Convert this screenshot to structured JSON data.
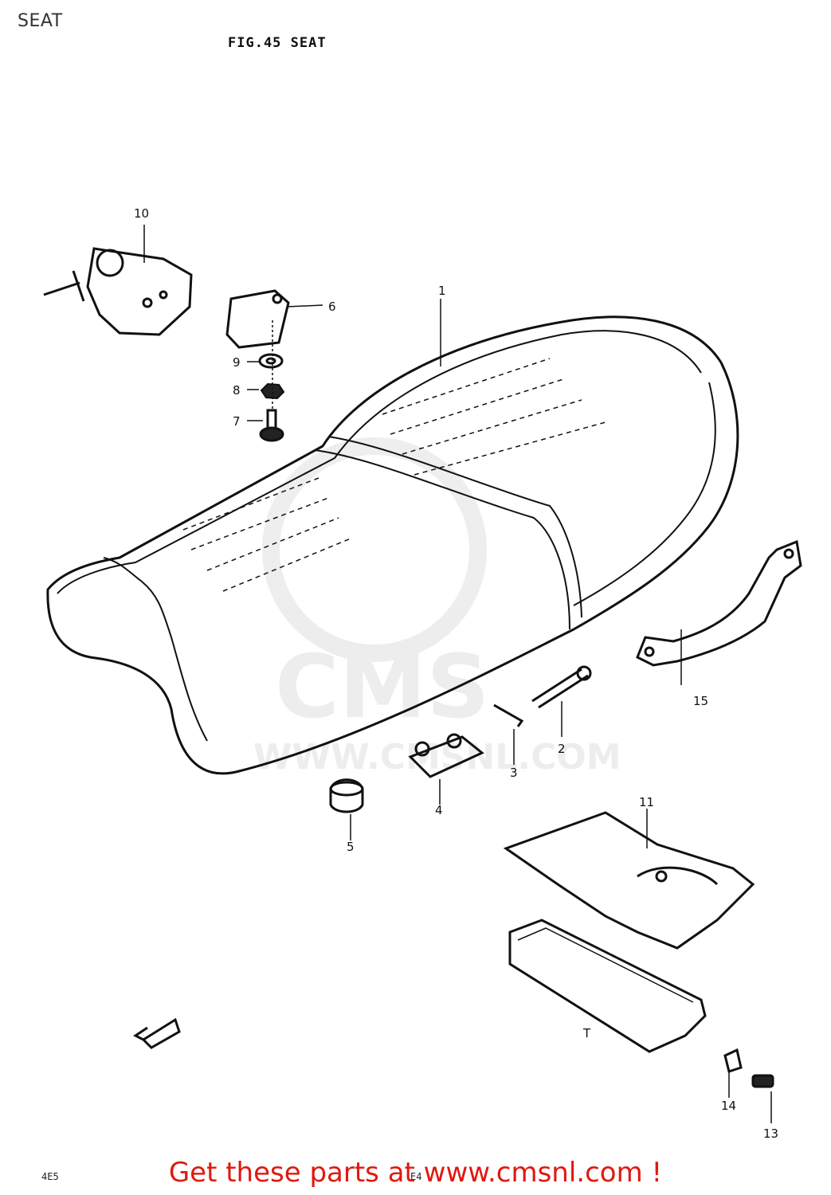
{
  "page": {
    "label": "SEAT"
  },
  "figure": {
    "title": "FIG.45  SEAT"
  },
  "watermark": {
    "text": "WWW.CMSNL.COM",
    "logo_text": "CMS"
  },
  "footer": {
    "text": "Get these parts at www.cmsnl.com !",
    "color": "#e0190f"
  },
  "scan_codes": {
    "left": "4E5",
    "mid": "E4"
  },
  "diagram": {
    "callouts": [
      {
        "id": "c1",
        "label": "1"
      },
      {
        "id": "c2",
        "label": "2"
      },
      {
        "id": "c3",
        "label": "3"
      },
      {
        "id": "c4",
        "label": "4"
      },
      {
        "id": "c5",
        "label": "5"
      },
      {
        "id": "c6",
        "label": "6"
      },
      {
        "id": "c7",
        "label": "7"
      },
      {
        "id": "c8",
        "label": "8"
      },
      {
        "id": "c9",
        "label": "9"
      },
      {
        "id": "c10",
        "label": "10"
      },
      {
        "id": "c11",
        "label": "11"
      },
      {
        "id": "c13",
        "label": "13"
      },
      {
        "id": "c14",
        "label": "14"
      },
      {
        "id": "c15",
        "label": "15"
      },
      {
        "id": "cT",
        "label": "T"
      }
    ]
  }
}
